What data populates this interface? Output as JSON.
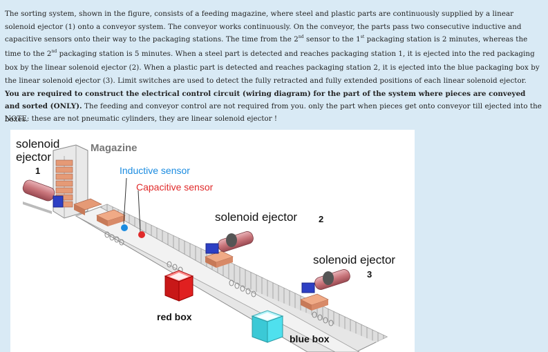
{
  "paragraph": {
    "p1": "The sorting system, shown in the figure, consists of a feeding magazine, where steel and plastic parts are continuously supplied by a linear solenoid ejector (1) onto a conveyor system. The conveyor works continuously. On the conveyor, the parts pass two consecutive inductive and capacitive sensors onto their way to the packaging stations. The time from the 2",
    "sup1": "nd",
    "p2": " sensor to the 1",
    "sup2": "st",
    "p3": " packaging station is 2 minutes, whereas the time to the 2",
    "sup3": "nd",
    "p4": " packaging station is 5 minutes. When a steel part is detected and reaches packaging station 1, it is ejected into the red packaging box by the linear solenoid ejector (2). When a plastic part is detected and reaches packaging station 2, it is ejected into the blue packaging box by the linear solenoid ejector (3). Limit switches are used to detect the fully retracted and fully extended positions of each linear solenoid ejector. ",
    "bold": "You are required to construct the electrical control circuit (wiring diagram) for the part of the system where pieces are conveyed and sorted (ONLY).",
    "p5": " The feeding and conveyor control are not required from you. only the part when pieces get onto conveyor till ejected into the boxes."
  },
  "note": "NOTE: these are not pneumatic cylinders, they are linear solenoid ejector !",
  "figure": {
    "label_solenoid1_a": "solenoid",
    "label_solenoid1_b": "ejector",
    "label_solenoid1_num": "1",
    "label_magazine": "Magazine",
    "label_inductive": "Inductive sensor",
    "label_capacitive": "Capacitive sensor",
    "label_ejector2": "solenoid ejector",
    "label_ejector2_num": "2",
    "label_ejector3_a": "solenoid ejector",
    "label_ejector3_num": "3",
    "label_red_box": "red box",
    "label_blue_box": "blue box",
    "colors": {
      "inductive": "#1a8be0",
      "capacitive": "#e02a2a",
      "red_box": "#e02020",
      "blue_box": "#4fe0ee",
      "ejector_body": "#c8747a",
      "ejector_block": "#2d3fc4",
      "part": "#e59a76"
    }
  }
}
